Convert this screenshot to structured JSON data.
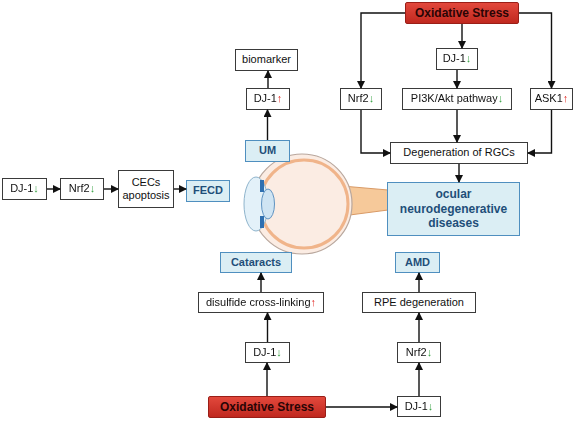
{
  "diagram": {
    "nodes": [
      {
        "text": [
          "Oxidative Stress"
        ]
      },
      {
        "text": [
          "biomarker"
        ]
      },
      {
        "text": [
          "DJ-1↓"
        ]
      },
      {
        "text": [
          "DJ-1↑"
        ]
      },
      {
        "text": [
          "Nrf2↓"
        ]
      },
      {
        "text": [
          "PI3K/Akt pathway↓"
        ]
      },
      {
        "text": [
          "ASK1↑"
        ]
      },
      {
        "text": [
          "UM"
        ]
      },
      {
        "text": [
          "Degeneration of RGCs"
        ]
      },
      {
        "text": [
          "DJ-1↓"
        ]
      },
      {
        "text": [
          "Nrf2↓"
        ]
      },
      {
        "text": [
          "CECs apoptosis"
        ]
      },
      {
        "text": [
          "FECD"
        ]
      },
      {
        "text": [
          "ocular neurodegenerative diseases"
        ]
      },
      {
        "text": [
          "Cataracts"
        ]
      },
      {
        "text": [
          "AMD"
        ]
      },
      {
        "text": [
          "disulfide cross-linking↑"
        ]
      },
      {
        "text": [
          "RPE degeneration"
        ]
      },
      {
        "text": [
          "DJ-1↓"
        ]
      },
      {
        "text": [
          "Nrf2↓"
        ]
      },
      {
        "text": [
          "Oxidative Stress"
        ]
      },
      {
        "text": [
          "DJ-1↓"
        ]
      }
    ],
    "edges": [
      {
        "from": 0,
        "to": 2,
        "arrow": "to"
      },
      {
        "from": 0,
        "to": 4,
        "arrow": "to"
      },
      {
        "from": 0,
        "to": 6,
        "arrow": "to"
      },
      {
        "from": 2,
        "to": 5,
        "arrow": "to"
      },
      {
        "from": 4,
        "to": 8,
        "arrow": "to"
      },
      {
        "from": 5,
        "to": 8,
        "arrow": "to"
      },
      {
        "from": 6,
        "to": 8,
        "arrow": "to"
      },
      {
        "from": 8,
        "to": 13,
        "arrow": "to"
      },
      {
        "from": 7,
        "to": 3,
        "arrow": "to"
      },
      {
        "from": 3,
        "to": 1,
        "arrow": "to"
      },
      {
        "from": 9,
        "to": 10,
        "arrow": "to"
      },
      {
        "from": 10,
        "to": 11,
        "arrow": "to"
      },
      {
        "from": 11,
        "to": 12,
        "arrow": "to"
      },
      {
        "from": 20,
        "to": 18,
        "arrow": "to"
      },
      {
        "from": 18,
        "to": 16,
        "arrow": "to"
      },
      {
        "from": 16,
        "to": 14,
        "arrow": "to"
      },
      {
        "from": 20,
        "to": 21,
        "arrow": "to"
      },
      {
        "from": 21,
        "to": 19,
        "arrow": "to"
      },
      {
        "from": 19,
        "to": 17,
        "arrow": "to"
      },
      {
        "from": 17,
        "to": 15,
        "arrow": "to"
      }
    ]
  }
}
